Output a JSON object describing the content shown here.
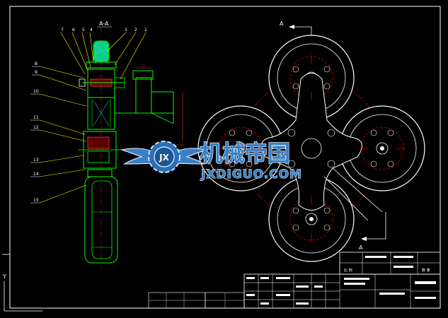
{
  "drawing": {
    "section_label": "A-A",
    "view_label_top": "A",
    "view_label_bottom": "A",
    "part_numbers_top": [
      "7",
      "6",
      "5",
      "4",
      "3",
      "2",
      "1"
    ],
    "part_numbers_left": [
      "8",
      "9",
      "10",
      "11",
      "12",
      "13",
      "14",
      "15"
    ]
  },
  "watermark": {
    "brand_cn": "机械帝国",
    "brand_url": "JXDIGUO.COM",
    "emblem_text": "JX"
  },
  "title_block": {
    "label_1": "比 例",
    "label_2": "数 量"
  },
  "colors": {
    "background": "#000000",
    "outline": "#ffffff",
    "part": "#00ff00",
    "centerline": "#ff0000",
    "callout": "#ffff00",
    "watermark": "#2a6fb5"
  }
}
